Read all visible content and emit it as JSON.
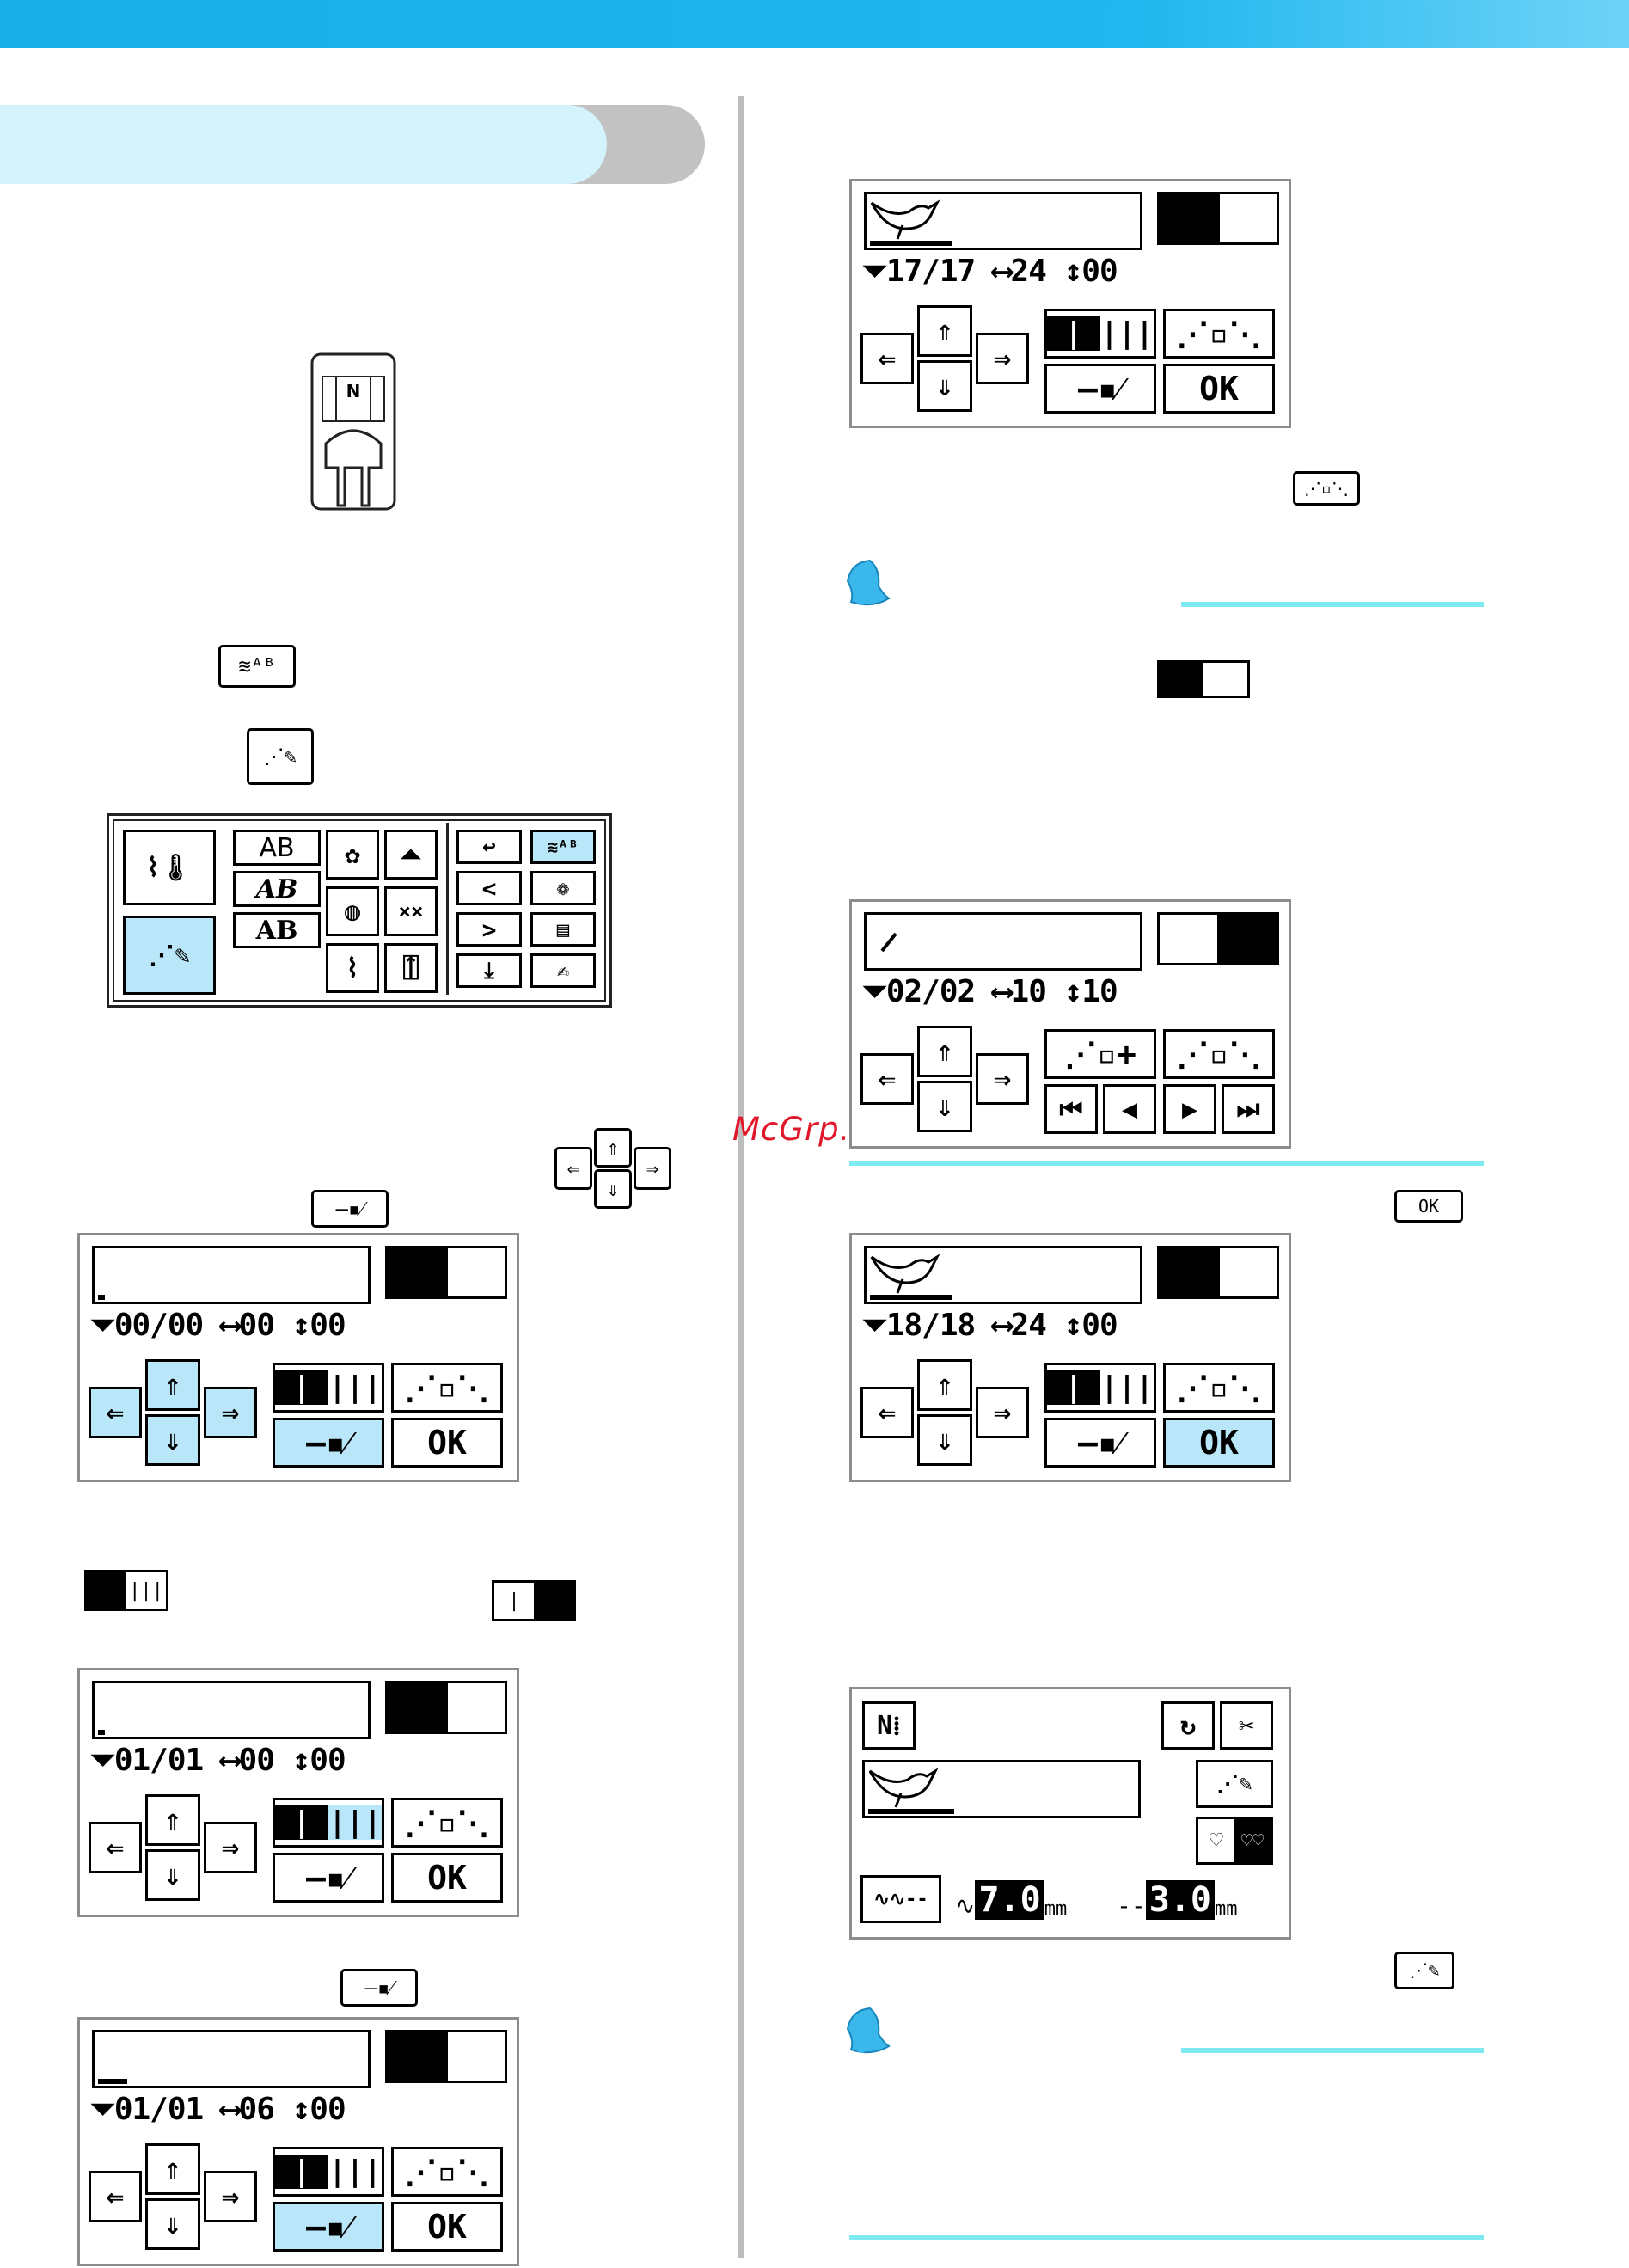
{
  "watermark": "McGrp.Ru",
  "presser_foot_mark": "N",
  "menu_screen": {
    "text_labels": [
      "AB",
      "AB",
      "AB"
    ],
    "nav": [
      "<",
      ">"
    ]
  },
  "screen1": {
    "count": "00/00",
    "width": "00",
    "height": "00"
  },
  "screen2": {
    "count": "01/01",
    "width": "00",
    "height": "00"
  },
  "screen3": {
    "count": "01/01",
    "width": "06",
    "height": "00"
  },
  "screen_r1": {
    "count": "17/17",
    "width": "24",
    "height": "00"
  },
  "screen_r2": {
    "count": "02/02",
    "width": "10",
    "height": "10"
  },
  "screen_r3": {
    "count": "18/18",
    "width": "24",
    "height": "00"
  },
  "sew_screen": {
    "width_value": "7.0",
    "length_value": "3.0",
    "unit": "mm",
    "mode_label": "N"
  },
  "ok_label": "OK",
  "colors": {
    "banner": "#19aee8",
    "highlight": "#b9e6f8",
    "rule": "#7eeaf2",
    "watermark": "#e0182a"
  }
}
